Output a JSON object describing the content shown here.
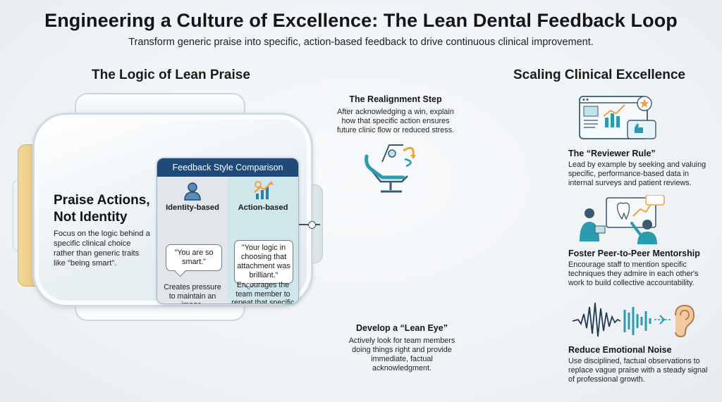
{
  "title": "Engineering a Culture of Excellence: The Lean Dental Feedback Loop",
  "subtitle": "Transform generic praise into specific, action-based feedback to drive continuous clinical improvement.",
  "left_section": {
    "heading": "The Logic of Lean Praise",
    "praise_title_line1": "Praise Actions,",
    "praise_title_line2": "Not Identity",
    "praise_desc": "Focus on the logic behind a specific clinical choice rather than generic traits like \"being smart\".",
    "comparison": {
      "header": "Feedback Style Comparison",
      "identity": {
        "label": "Identity-based",
        "quote": "\"You are so smart.\"",
        "note": "Creates pressure to maintain an image."
      },
      "action": {
        "label": "Action-based",
        "quote": "\"Your logic in choosing that attachment was brilliant.\"",
        "note": "Encourages the team member to repeat that specific logic."
      }
    }
  },
  "middle": {
    "realign_title": "The Realignment Step",
    "realign_text": "After acknowledging a win, explain how that specific action ensures future clinic flow or reduced stress.",
    "leaneye_title": "Develop a “Lean Eye”",
    "leaneye_text": "Actively look for team members doing things right and provide immediate, factual acknowledgment."
  },
  "right_section": {
    "heading": "Scaling Clinical Excellence",
    "items": [
      {
        "title": "The “Reviewer Rule”",
        "text": "Lead by example by seeking and valuing specific, performance-based data in internal surveys and patient reviews."
      },
      {
        "title": "Foster Peer-to-Peer Mentorship",
        "text": "Encourage staff to mention specific techniques they admire in each other's work to build collective accountability."
      },
      {
        "title": "Reduce Emotional Noise",
        "text": "Use disciplined, factual observations to replace vague praise with a steady signal of professional growth."
      }
    ]
  },
  "colors": {
    "card_header": "#1f4a78",
    "identity_col": "#e2e6ea",
    "action_col": "#cfe6ea",
    "accent_teal": "#2b9bb0",
    "accent_orange": "#f0a23a"
  },
  "icons": [
    "person-icon",
    "growth-chart-icon",
    "dental-chair-icon",
    "dashboard-icon",
    "mentorship-icon",
    "sound-wave-icon",
    "ear-icon"
  ]
}
